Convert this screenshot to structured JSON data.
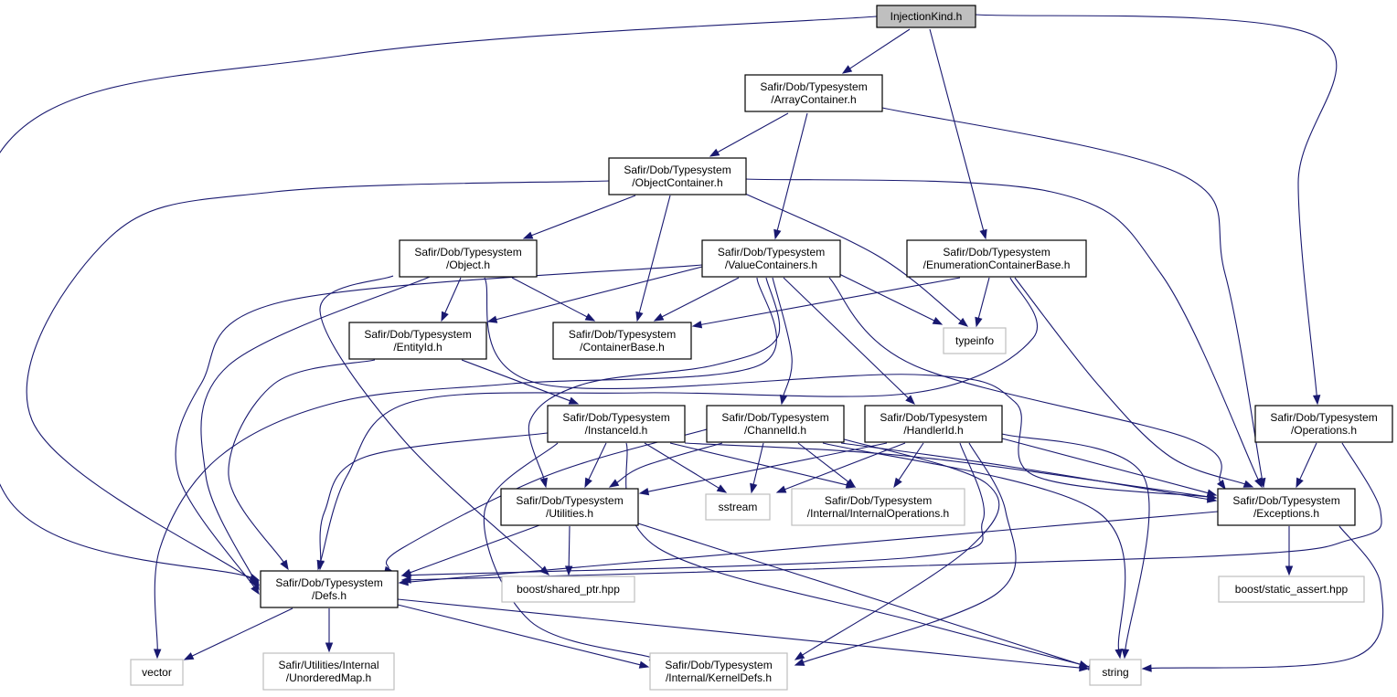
{
  "diagram": {
    "colors": {
      "edge": "#191970",
      "root_fill": "#bfbfbf",
      "node_border": "#000000",
      "external_border": "#bfbfbf",
      "background": "#ffffff"
    },
    "nodes": [
      {
        "id": "root",
        "lines": [
          "InjectionKind.h"
        ],
        "kind": "root"
      },
      {
        "id": "array",
        "lines": [
          "Safir/Dob/Typesystem",
          "/ArrayContainer.h"
        ],
        "kind": "internal"
      },
      {
        "id": "object_container",
        "lines": [
          "Safir/Dob/Typesystem",
          "/ObjectContainer.h"
        ],
        "kind": "internal"
      },
      {
        "id": "object",
        "lines": [
          "Safir/Dob/Typesystem",
          "/Object.h"
        ],
        "kind": "internal"
      },
      {
        "id": "value_containers",
        "lines": [
          "Safir/Dob/Typesystem",
          "/ValueContainers.h"
        ],
        "kind": "internal"
      },
      {
        "id": "enum_base",
        "lines": [
          "Safir/Dob/Typesystem",
          "/EnumerationContainerBase.h"
        ],
        "kind": "internal"
      },
      {
        "id": "entity_id",
        "lines": [
          "Safir/Dob/Typesystem",
          "/EntityId.h"
        ],
        "kind": "internal"
      },
      {
        "id": "container_base",
        "lines": [
          "Safir/Dob/Typesystem",
          "/ContainerBase.h"
        ],
        "kind": "internal"
      },
      {
        "id": "typeinfo",
        "lines": [
          "typeinfo"
        ],
        "kind": "external"
      },
      {
        "id": "instance_id",
        "lines": [
          "Safir/Dob/Typesystem",
          "/InstanceId.h"
        ],
        "kind": "internal"
      },
      {
        "id": "channel_id",
        "lines": [
          "Safir/Dob/Typesystem",
          "/ChannelId.h"
        ],
        "kind": "internal"
      },
      {
        "id": "handler_id",
        "lines": [
          "Safir/Dob/Typesystem",
          "/HandlerId.h"
        ],
        "kind": "internal"
      },
      {
        "id": "operations",
        "lines": [
          "Safir/Dob/Typesystem",
          "/Operations.h"
        ],
        "kind": "internal"
      },
      {
        "id": "utilities",
        "lines": [
          "Safir/Dob/Typesystem",
          "/Utilities.h"
        ],
        "kind": "internal"
      },
      {
        "id": "sstream",
        "lines": [
          "sstream"
        ],
        "kind": "external"
      },
      {
        "id": "internal_ops",
        "lines": [
          "Safir/Dob/Typesystem",
          "/Internal/InternalOperations.h"
        ],
        "kind": "external"
      },
      {
        "id": "exceptions",
        "lines": [
          "Safir/Dob/Typesystem",
          "/Exceptions.h"
        ],
        "kind": "internal"
      },
      {
        "id": "defs",
        "lines": [
          "Safir/Dob/Typesystem",
          "/Defs.h"
        ],
        "kind": "internal"
      },
      {
        "id": "shared_ptr",
        "lines": [
          "boost/shared_ptr.hpp"
        ],
        "kind": "external"
      },
      {
        "id": "static_assert",
        "lines": [
          "boost/static_assert.hpp"
        ],
        "kind": "external"
      },
      {
        "id": "vector",
        "lines": [
          "vector"
        ],
        "kind": "external"
      },
      {
        "id": "unordered_map",
        "lines": [
          "Safir/Utilities/Internal",
          "/UnorderedMap.h"
        ],
        "kind": "external"
      },
      {
        "id": "kernel_defs",
        "lines": [
          "Safir/Dob/Typesystem",
          "/Internal/KernelDefs.h"
        ],
        "kind": "external"
      },
      {
        "id": "string",
        "lines": [
          "string"
        ],
        "kind": "external"
      }
    ],
    "edges": [
      [
        "root",
        "array"
      ],
      [
        "root",
        "enum_base"
      ],
      [
        "root",
        "operations"
      ],
      [
        "root",
        "defs"
      ],
      [
        "array",
        "object_container"
      ],
      [
        "array",
        "value_containers"
      ],
      [
        "array",
        "exceptions"
      ],
      [
        "object_container",
        "object"
      ],
      [
        "object_container",
        "container_base"
      ],
      [
        "object_container",
        "typeinfo"
      ],
      [
        "object_container",
        "exceptions"
      ],
      [
        "object_container",
        "defs"
      ],
      [
        "object",
        "entity_id"
      ],
      [
        "object",
        "container_base"
      ],
      [
        "object",
        "exceptions"
      ],
      [
        "object",
        "defs"
      ],
      [
        "object",
        "shared_ptr"
      ],
      [
        "value_containers",
        "container_base"
      ],
      [
        "value_containers",
        "typeinfo"
      ],
      [
        "value_containers",
        "entity_id"
      ],
      [
        "value_containers",
        "channel_id"
      ],
      [
        "value_containers",
        "handler_id"
      ],
      [
        "value_containers",
        "utilities"
      ],
      [
        "value_containers",
        "exceptions"
      ],
      [
        "value_containers",
        "defs"
      ],
      [
        "value_containers",
        "vector"
      ],
      [
        "enum_base",
        "container_base"
      ],
      [
        "enum_base",
        "typeinfo"
      ],
      [
        "enum_base",
        "exceptions"
      ],
      [
        "enum_base",
        "defs"
      ],
      [
        "entity_id",
        "instance_id"
      ],
      [
        "entity_id",
        "defs"
      ],
      [
        "instance_id",
        "utilities"
      ],
      [
        "instance_id",
        "sstream"
      ],
      [
        "instance_id",
        "internal_ops"
      ],
      [
        "instance_id",
        "exceptions"
      ],
      [
        "instance_id",
        "defs"
      ],
      [
        "instance_id",
        "kernel_defs"
      ],
      [
        "instance_id",
        "string"
      ],
      [
        "channel_id",
        "utilities"
      ],
      [
        "channel_id",
        "sstream"
      ],
      [
        "channel_id",
        "internal_ops"
      ],
      [
        "channel_id",
        "exceptions"
      ],
      [
        "channel_id",
        "defs"
      ],
      [
        "channel_id",
        "kernel_defs"
      ],
      [
        "channel_id",
        "string"
      ],
      [
        "handler_id",
        "utilities"
      ],
      [
        "handler_id",
        "sstream"
      ],
      [
        "handler_id",
        "internal_ops"
      ],
      [
        "handler_id",
        "exceptions"
      ],
      [
        "handler_id",
        "defs"
      ],
      [
        "handler_id",
        "kernel_defs"
      ],
      [
        "handler_id",
        "string"
      ],
      [
        "operations",
        "exceptions"
      ],
      [
        "operations",
        "defs"
      ],
      [
        "utilities",
        "defs"
      ],
      [
        "utilities",
        "shared_ptr"
      ],
      [
        "utilities",
        "string"
      ],
      [
        "exceptions",
        "defs"
      ],
      [
        "exceptions",
        "static_assert"
      ],
      [
        "exceptions",
        "string"
      ],
      [
        "defs",
        "vector"
      ],
      [
        "defs",
        "unordered_map"
      ],
      [
        "defs",
        "kernel_defs"
      ],
      [
        "defs",
        "string"
      ]
    ]
  }
}
